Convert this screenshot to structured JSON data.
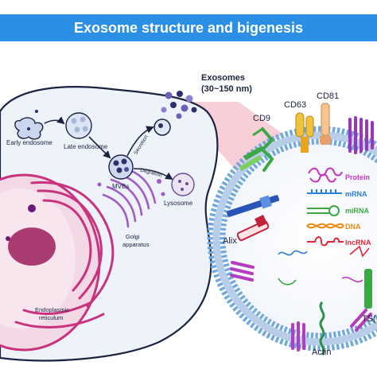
{
  "title": "Exosome structure and bigenesis",
  "cell": {
    "labels": {
      "early_endosome": "Early endosome",
      "late_endosome": "Late endosome",
      "mvbs": "MVBs",
      "secretion": "Secretion",
      "degradation": "Degration",
      "lysosome": "Lysosome",
      "golgi_line1": "Golgi",
      "golgi_line2": "apparatus",
      "er_line1": "Endoplasmic",
      "er_line2": "reticulum"
    }
  },
  "exosomes": {
    "line1": "Exosomes",
    "line2": "(30~150 nm)"
  },
  "markers": {
    "cd9": "CD9",
    "cd63": "CD63",
    "cd81": "CD81",
    "alix": "Alix",
    "actin": "Actin",
    "tsg": "TS("
  },
  "legend": {
    "protein": "Protein",
    "mrna": "mRNA",
    "mirna": "miRNA",
    "dna": "DNA",
    "lncrna": "lncRNA"
  },
  "colors": {
    "title_bar": "#2c8fe6",
    "protein": "#c236c0",
    "mrna": "#2a7fd6",
    "mirna": "#3aa845",
    "dna": "#e88a12",
    "lncrna": "#e3263a",
    "membrane_head": "#6fa9dd",
    "er": "#c8327e",
    "golgi": "#a35bc7"
  }
}
